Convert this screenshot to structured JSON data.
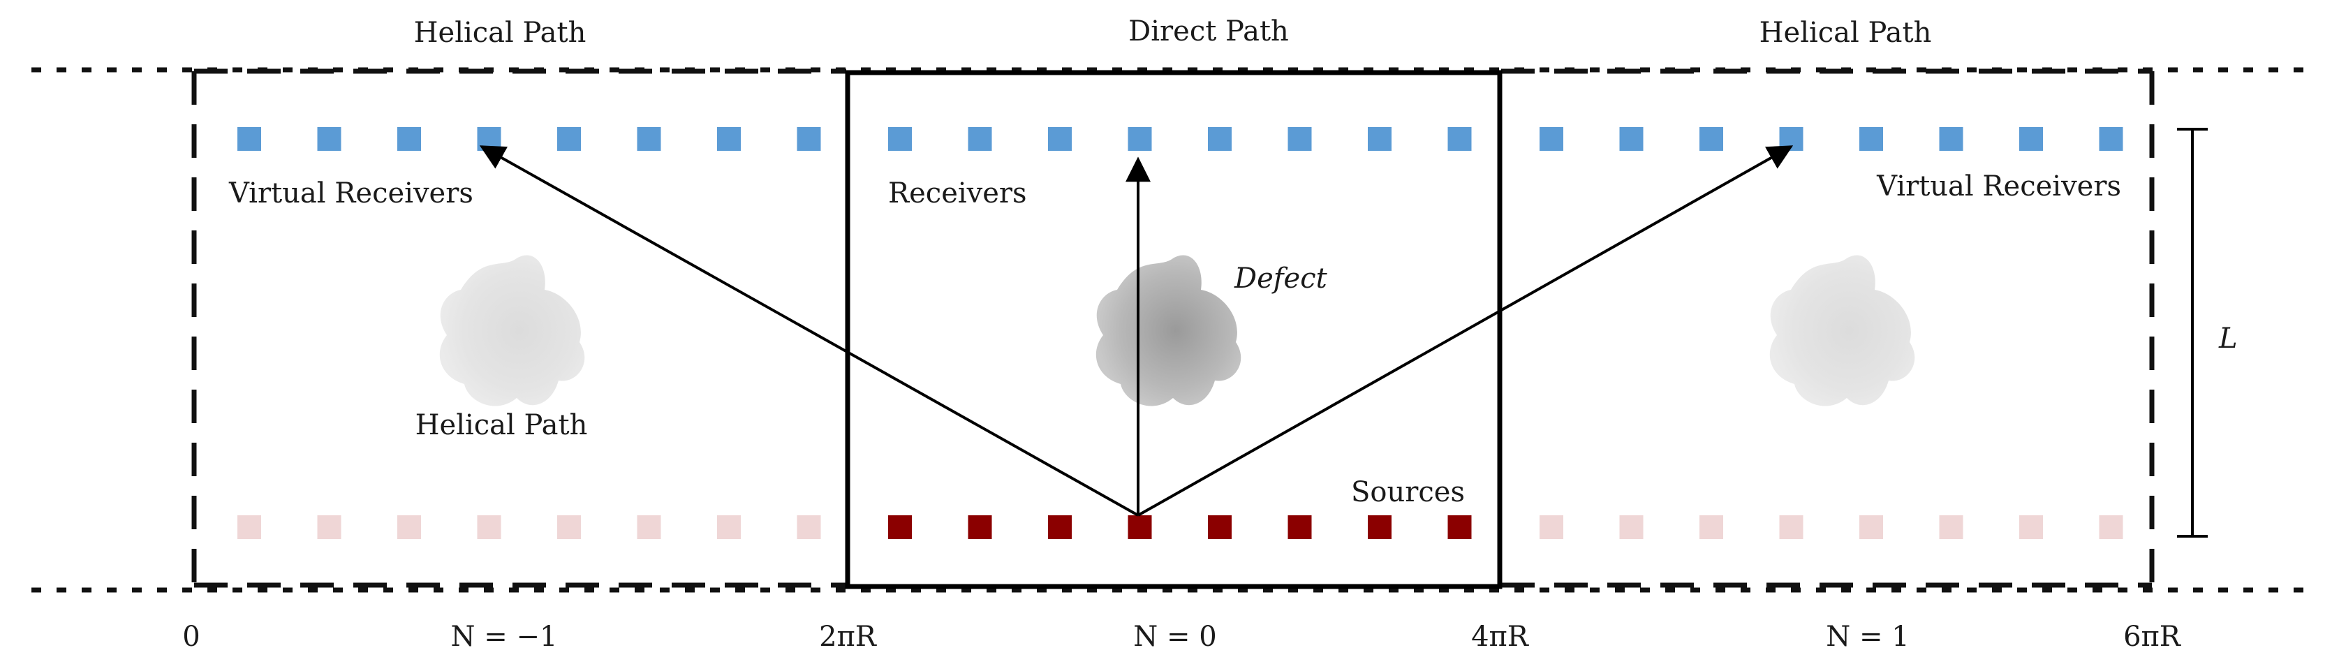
{
  "headers": {
    "left": "Helical Path",
    "center": "Direct Path",
    "right": "Helical Path"
  },
  "labels": {
    "virtual_receivers_left": "Virtual Receivers",
    "receivers": "Receivers",
    "virtual_receivers_right": "Virtual Receivers",
    "defect": "Defect",
    "helical_path_inner": "Helical Path",
    "sources": "Sources",
    "length": "L"
  },
  "axis_ticks": {
    "zero": "0",
    "n_minus_1": "N = −1",
    "two_pi_r": "2πR",
    "n_0": "N = 0",
    "four_pi_r": "4πR",
    "n_1": "N = 1",
    "six_pi_r": "6πR"
  },
  "colors": {
    "receiver": "#5b9bd5",
    "source": "#8b0000",
    "virtual_source": "#efd6d6",
    "line": "#000000"
  },
  "counts": {
    "receivers_per_section": 8,
    "sources_per_section": 8
  }
}
